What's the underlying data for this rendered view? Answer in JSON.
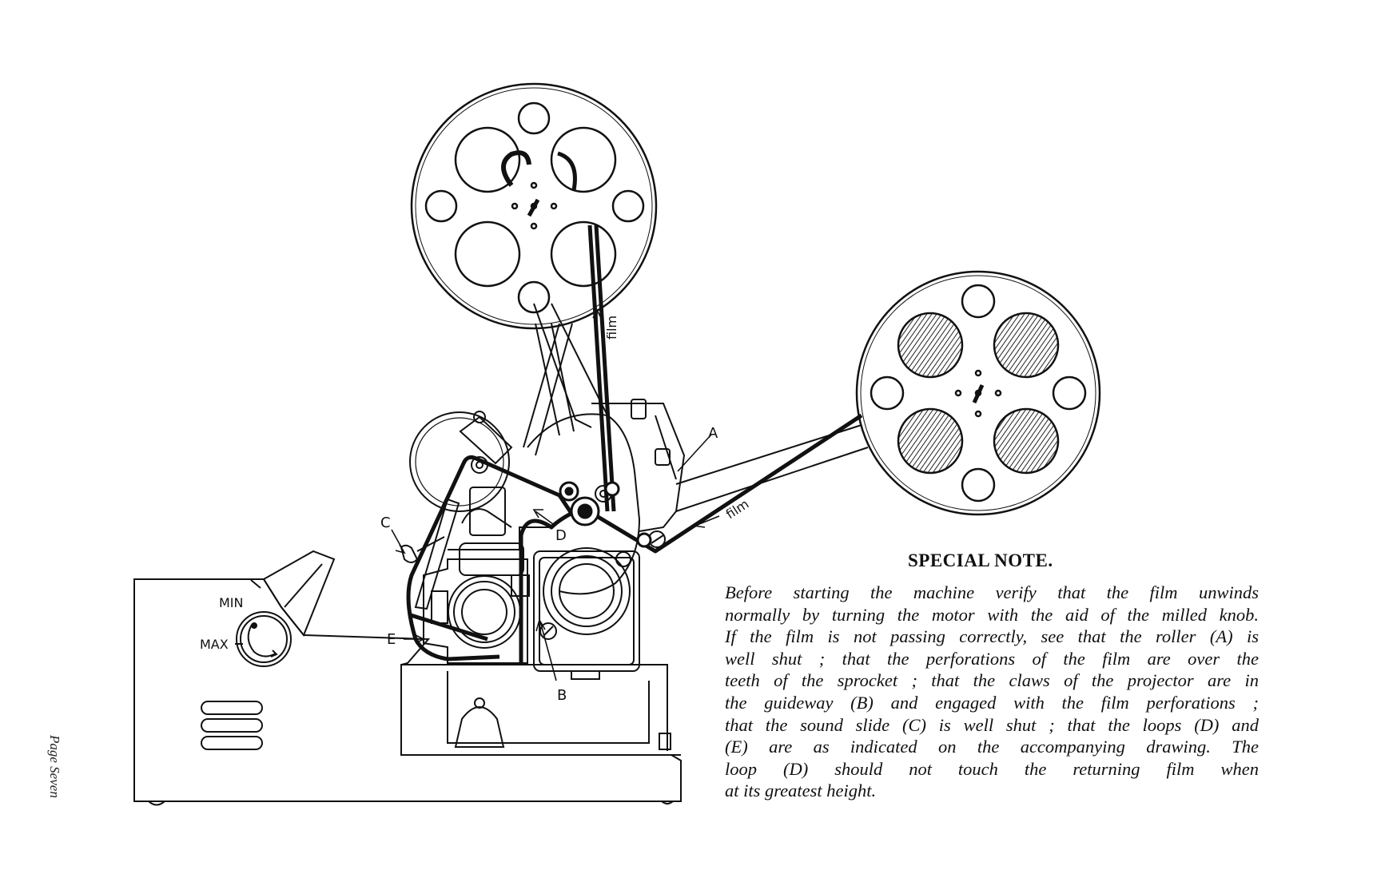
{
  "diagram": {
    "labels": {
      "a": "A",
      "b": "B",
      "c": "C",
      "d": "D",
      "e": "E",
      "film_upper": "film",
      "film_right": "film",
      "min": "MIN",
      "max": "MAX"
    }
  },
  "note": {
    "title": "SPECIAL NOTE.",
    "lines": [
      "Before starting the machine verify that the film unwinds",
      "normally by turning the motor with the aid of the milled knob.",
      "If the film is not passing correctly, see that the roller (A) is",
      "well shut ; that the perforations of the film are over the",
      "teeth of the sprocket ; that the claws of the projector are in",
      "the guideway (B) and engaged with the film perforations ;",
      "that the sound slide (C) is well shut ; that the loops (D) and",
      "(E) are as indicated on the accompanying drawing. The",
      "loop (D) should not touch the returning film when",
      "at its greatest height."
    ]
  },
  "page_number": "Page Seven"
}
